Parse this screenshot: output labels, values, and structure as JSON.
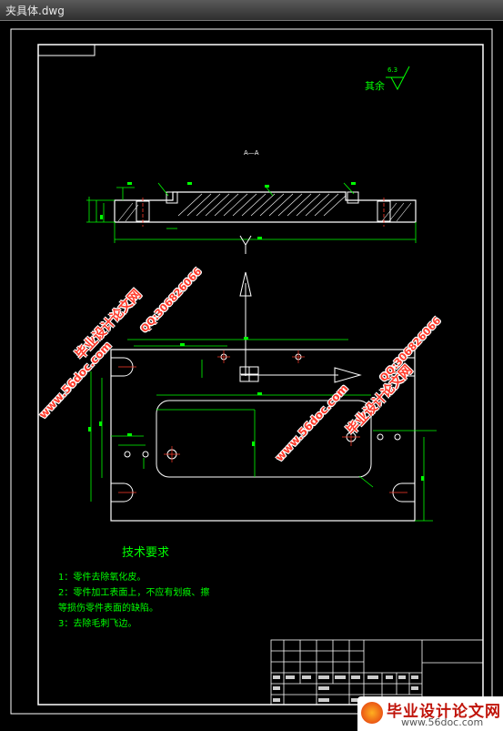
{
  "window": {
    "title": "夹具体.dwg"
  },
  "drawing": {
    "roughness_label": "其余",
    "roughness_value": "6.3",
    "section_label": "A—A",
    "requirements": {
      "heading": "技术要求",
      "items": [
        "1：零件去除氧化皮。",
        "2：零件加工表面上，不应有划痕、擦",
        "等损伤零件表面的缺陷。",
        "3：去除毛刺飞边。"
      ]
    }
  },
  "watermarks": {
    "site_cn": "毕业设计论文网",
    "site_url": "www.56doc.com",
    "qq": "QQ:306826066"
  },
  "logo": {
    "main": "毕业设计论文网",
    "sub": "www.56doc.com"
  },
  "colors": {
    "green": "#00ff00",
    "white": "#ffffff",
    "yellow": "#ffff00",
    "cyan": "#00ffff",
    "red": "#ff3a2a"
  }
}
